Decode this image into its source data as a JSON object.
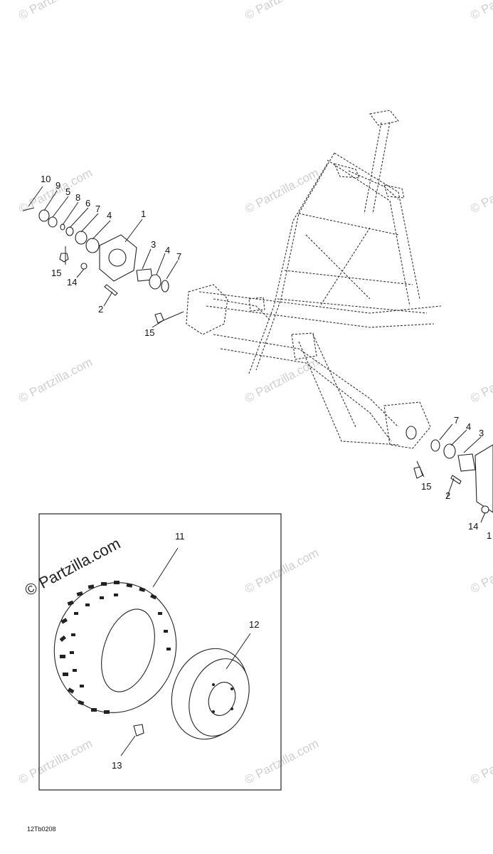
{
  "diagram": {
    "callouts": {
      "c10": "10",
      "c9": "9",
      "c5": "5",
      "c8": "8",
      "c6": "6",
      "c7a": "7",
      "c4a": "4",
      "c1a": "1",
      "c15a": "15",
      "c14a": "14",
      "c2a": "2",
      "c3a": "3",
      "c4b": "4",
      "c7b": "7",
      "c15b": "15",
      "c7c": "7",
      "c4c": "4",
      "c3b": "3",
      "c15c": "15",
      "c2b": "2",
      "c14b": "14",
      "c1b": "1",
      "c11": "11",
      "c12": "12",
      "c13": "13"
    },
    "watermark": "© Partzilla.com",
    "reference_code": "12Tb0208"
  }
}
